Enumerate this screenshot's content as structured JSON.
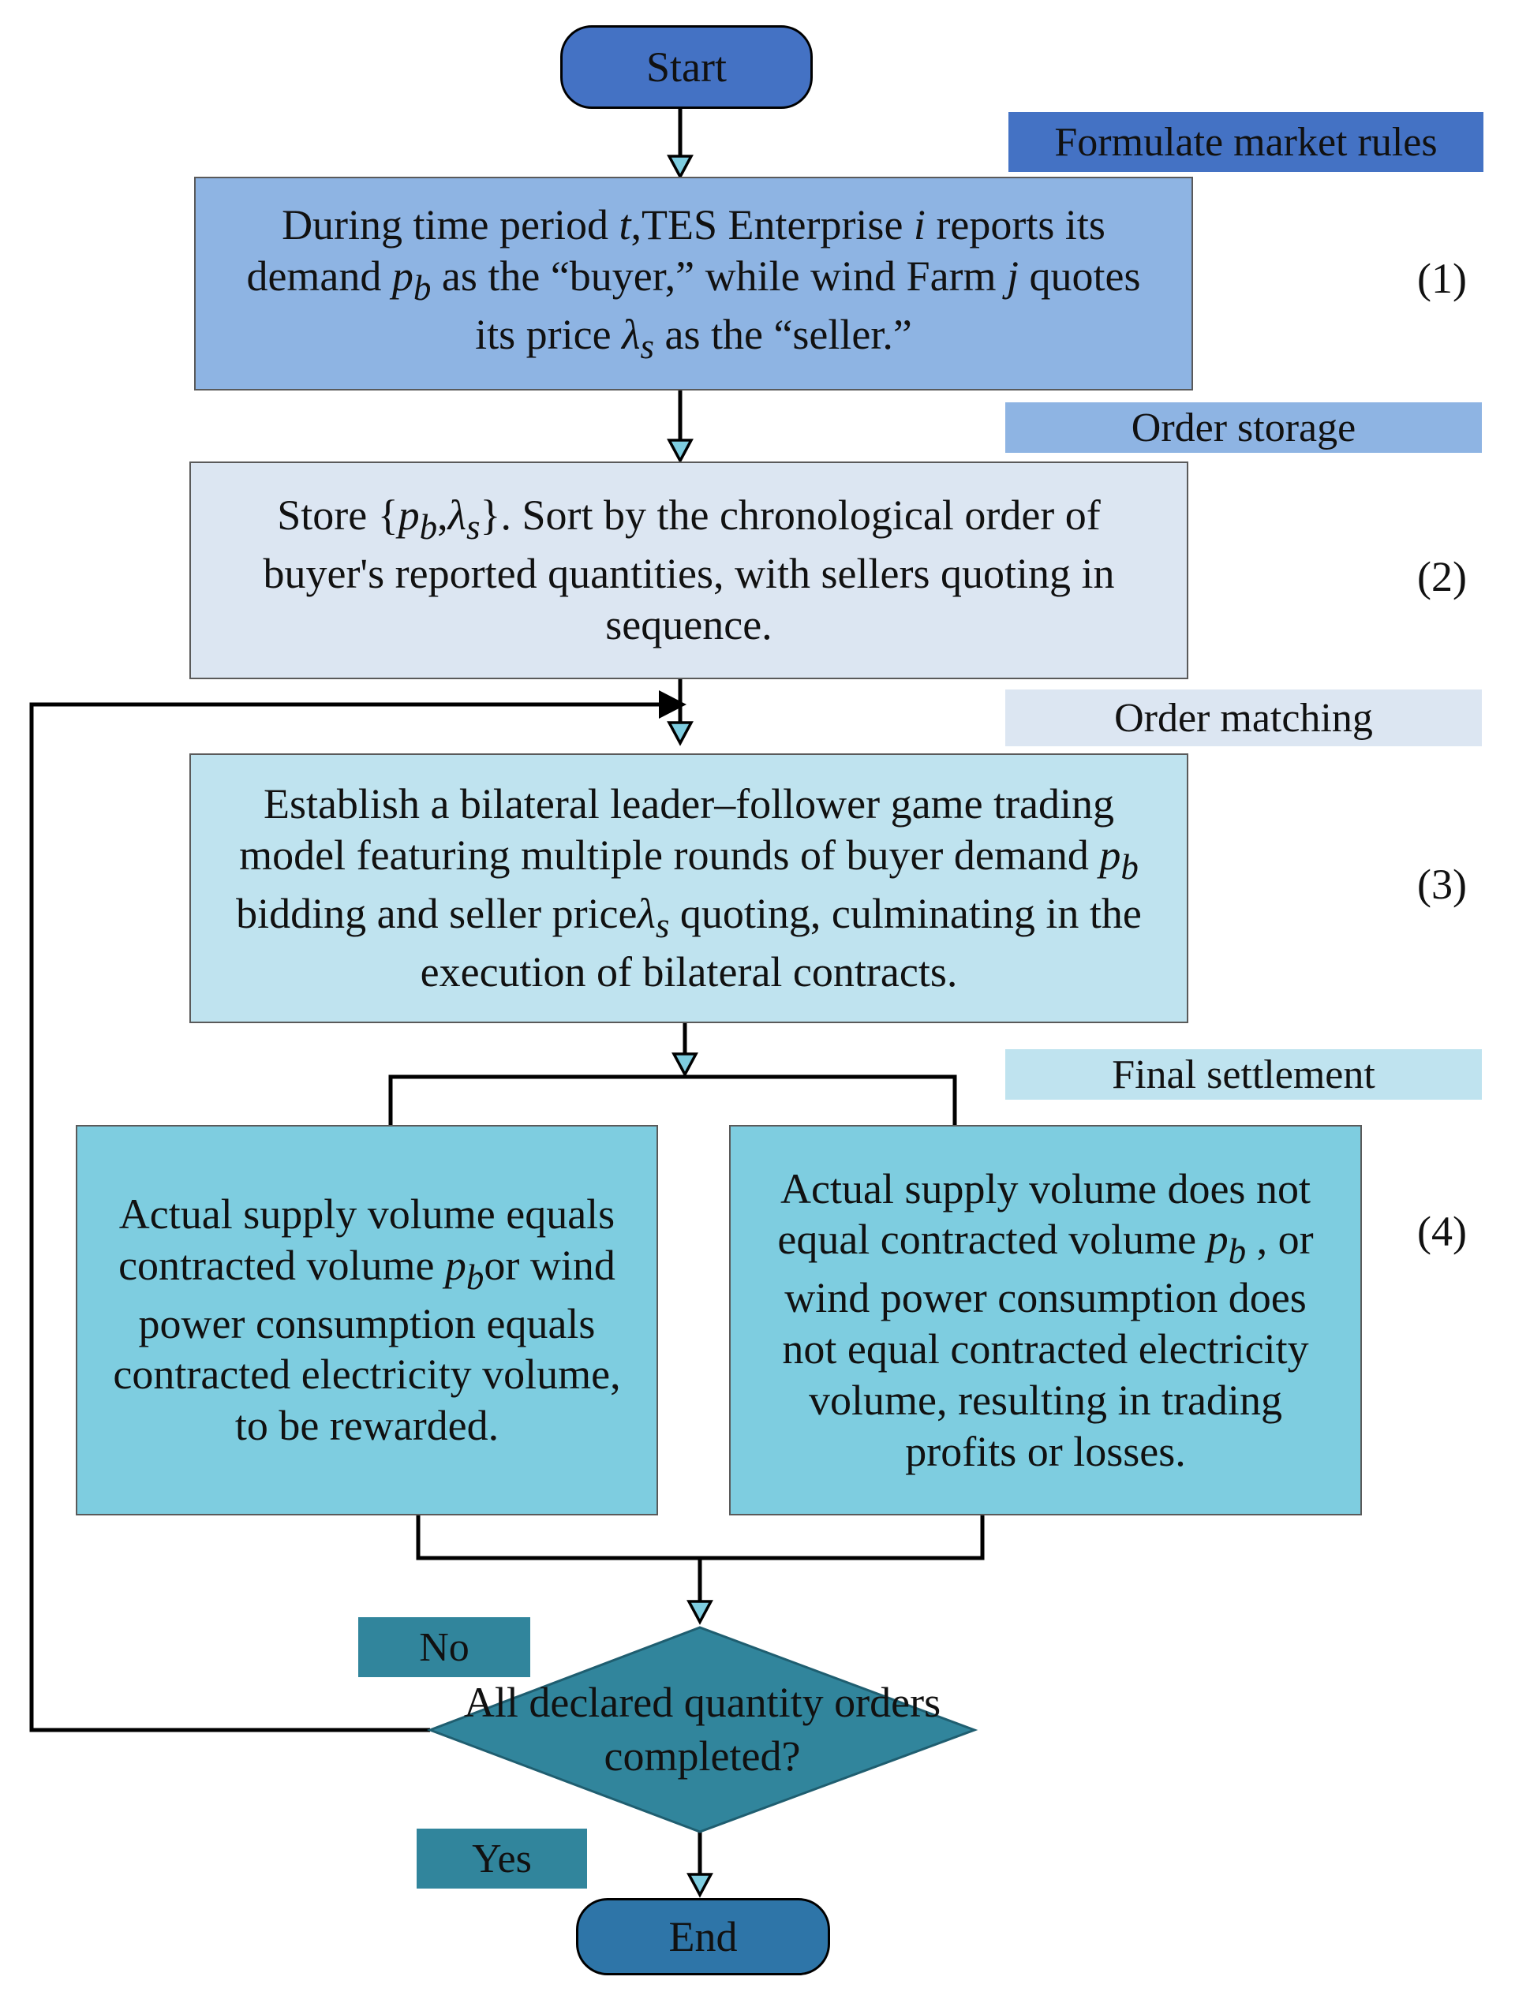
{
  "start": "Start",
  "end": "End",
  "labels": {
    "formulate": "Formulate market rules",
    "storage": "Order storage",
    "matching": "Order matching",
    "settlement": "Final settlement",
    "no": "No",
    "yes": "Yes"
  },
  "step_numbers": [
    "(1)",
    "(2)",
    "(3)",
    "(4)"
  ],
  "symbols": {
    "t": "t",
    "i": "i",
    "j": "j",
    "p_b": "p",
    "p_sub": "b",
    "lambda_s": "λ",
    "lambda_sub": "s"
  },
  "box1": {
    "line1_a": "During time period ",
    "line1_b": ",TES Enterprise ",
    "line1_c": " reports its",
    "line2_a": "demand ",
    "line2_b": " as the “buyer,” while wind Farm ",
    "line2_c": " quotes",
    "line3_a": "its price ",
    "line3_b": " as the “seller.”"
  },
  "box2": {
    "line1_a": "Store ",
    "line1_b": ". Sort by the chronological order of",
    "line2": "buyer's reported quantities, with sellers quoting in",
    "line3": "sequence."
  },
  "box3": {
    "line1": "Establish a bilateral leader–follower game trading",
    "line2_a": "model featuring multiple rounds of buyer demand ",
    "line3_a": "bidding and seller price",
    "line3_b": " quoting, culminating in the",
    "line4": "execution of bilateral contracts."
  },
  "box4a": {
    "line1": "Actual supply volume equals",
    "line2_a": "contracted volume ",
    "line2_b": "or wind",
    "line3": "power consumption equals",
    "line4": "contracted electricity volume,",
    "line5": "to be rewarded."
  },
  "box4b": {
    "line1": "Actual supply volume does not",
    "line2_a": "equal contracted volume ",
    "line2_b": " , or",
    "line3": "wind power consumption does",
    "line4": "not equal contracted electricity",
    "line5": "volume, resulting in trading",
    "line6": "profits or losses."
  },
  "decision": {
    "line1": "All declared quantity orders",
    "line2": "completed?"
  },
  "colors": {
    "terminal": "#4472c4",
    "terminal_end": "#2e75a8",
    "box1": "#8eb4e3",
    "box2": "#dce6f2",
    "box3": "#bfe3ef",
    "box4": "#7ecde0",
    "decision": "#31859c",
    "tag_yesno": "#31859c"
  }
}
